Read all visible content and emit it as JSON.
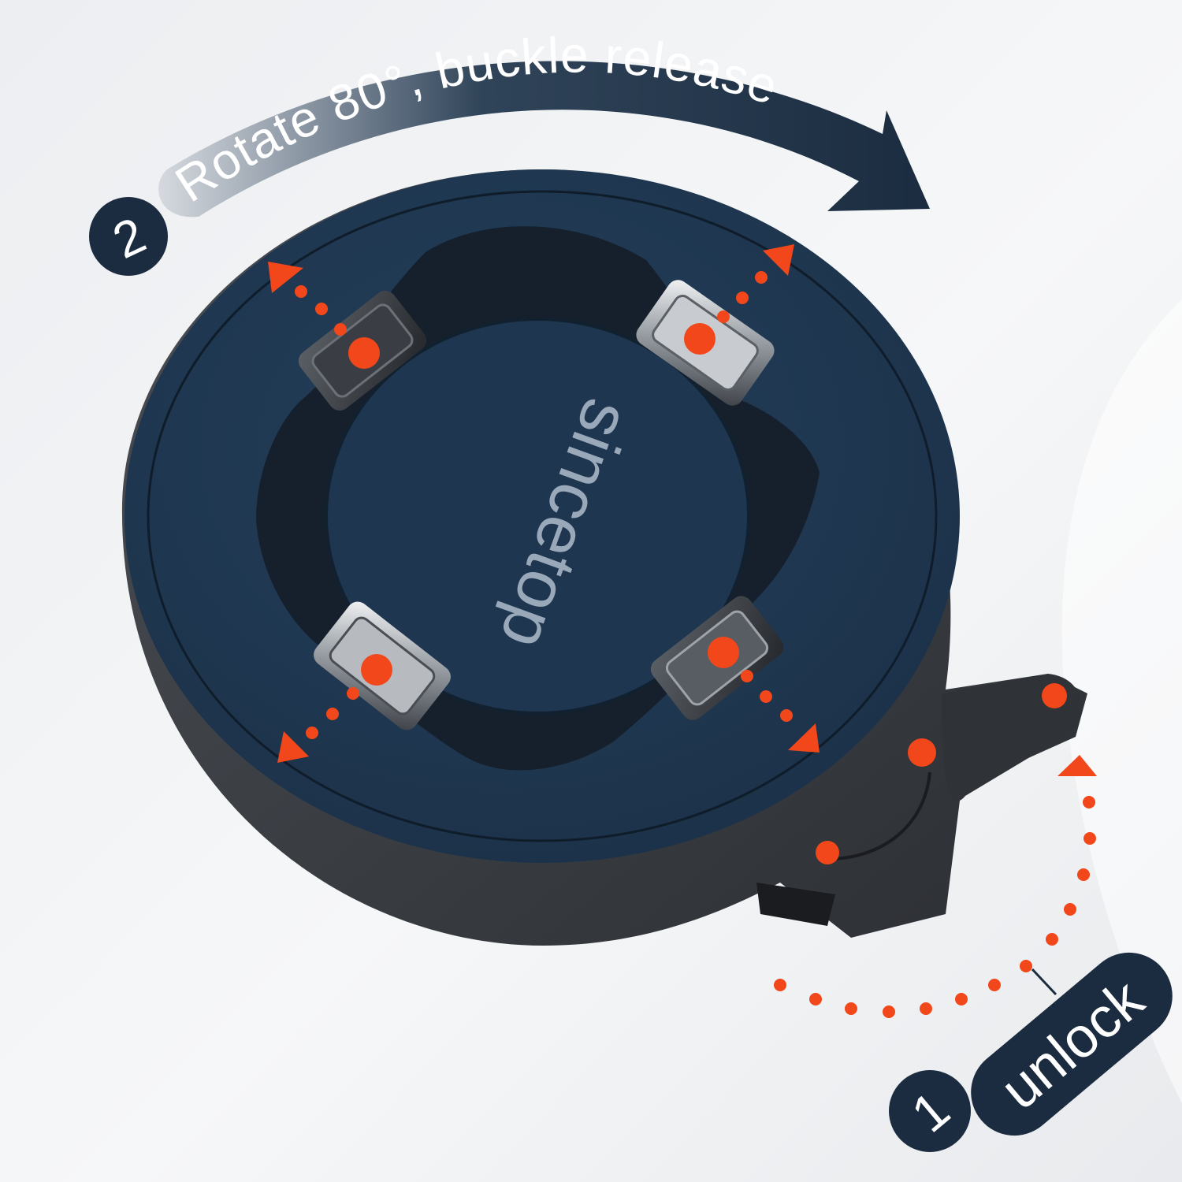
{
  "step2": {
    "number": "2",
    "label": "Rotate 80°, buckle release"
  },
  "step1": {
    "number": "1",
    "label": "unlock"
  },
  "brand": {
    "logo_text": "sincetop"
  },
  "colors": {
    "navy": "#1d3147",
    "accent": "#f1471b",
    "plate": "#1f3650",
    "base": "#3a3d42",
    "background": "#f1f2f4"
  }
}
